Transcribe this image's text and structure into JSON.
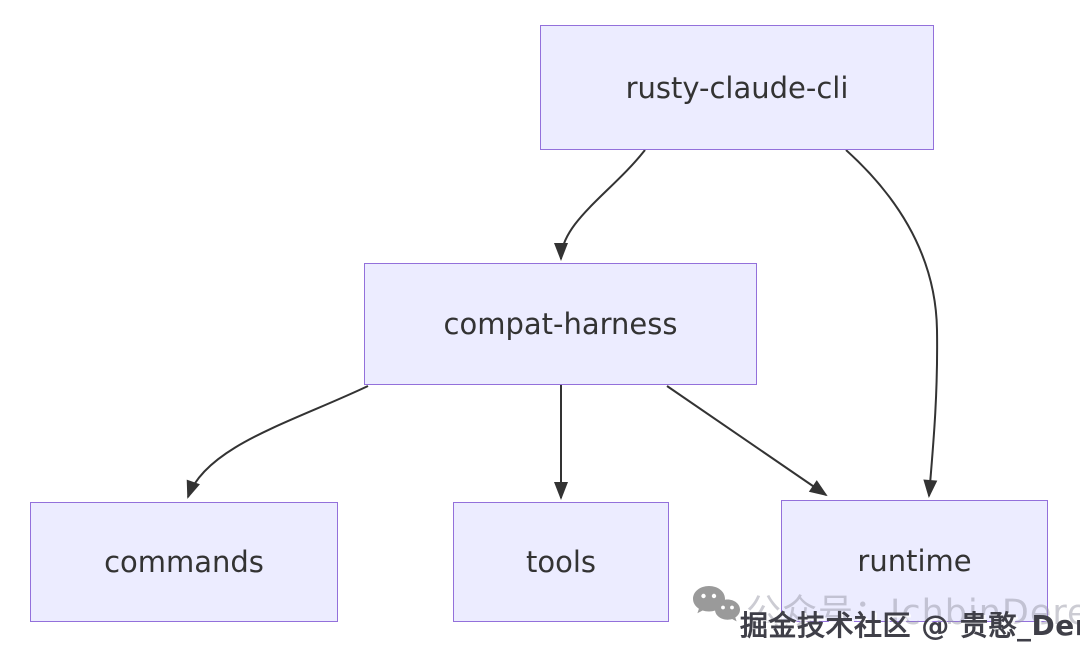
{
  "diagram": {
    "type": "flowchart",
    "direction": "top-down",
    "nodes": [
      {
        "id": "rusty-claude-cli",
        "label": "rusty-claude-cli"
      },
      {
        "id": "compat-harness",
        "label": "compat-harness"
      },
      {
        "id": "commands",
        "label": "commands"
      },
      {
        "id": "tools",
        "label": "tools"
      },
      {
        "id": "runtime",
        "label": "runtime"
      }
    ],
    "edges": [
      {
        "from": "rusty-claude-cli",
        "to": "compat-harness"
      },
      {
        "from": "rusty-claude-cli",
        "to": "runtime"
      },
      {
        "from": "compat-harness",
        "to": "commands"
      },
      {
        "from": "compat-harness",
        "to": "tools"
      },
      {
        "from": "compat-harness",
        "to": "runtime"
      }
    ],
    "colors": {
      "node_fill": "#ECECFF",
      "node_border": "#9370DB",
      "edge_stroke": "#333333",
      "text": "#333333"
    }
  },
  "watermark": {
    "icon": "wechat-icon",
    "faint_text": "公众号：IchbinDerek",
    "dark_text": "掘金技术社区 @ 贵憨_Derek"
  }
}
